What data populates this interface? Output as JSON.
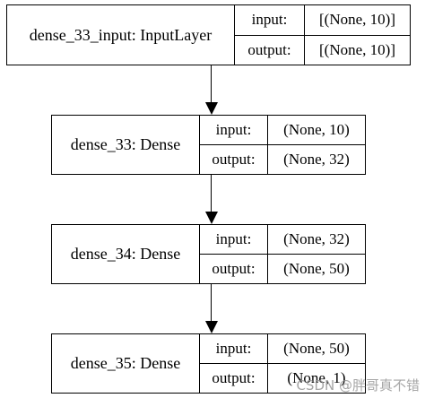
{
  "nodes": [
    {
      "name": "dense_33_input: InputLayer",
      "input_label": "input:",
      "input_value": "[(None, 10)]",
      "output_label": "output:",
      "output_value": "[(None, 10)]"
    },
    {
      "name": "dense_33: Dense",
      "input_label": "input:",
      "input_value": "(None, 10)",
      "output_label": "output:",
      "output_value": "(None, 32)"
    },
    {
      "name": "dense_34: Dense",
      "input_label": "input:",
      "input_value": "(None, 32)",
      "output_label": "output:",
      "output_value": "(None, 50)"
    },
    {
      "name": "dense_35: Dense",
      "input_label": "input:",
      "input_value": "(None, 50)",
      "output_label": "output:",
      "output_value": "(None, 1)"
    }
  ],
  "watermark": "CSDN @胖哥真不错"
}
